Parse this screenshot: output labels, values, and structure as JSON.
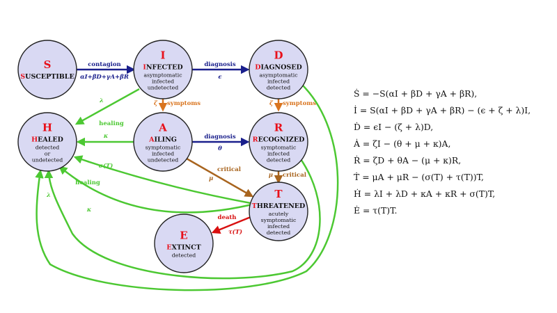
{
  "colors": {
    "node_fill": "#d9d9f3",
    "node_stroke": "#222222",
    "letter": "#e8101a",
    "blue": "#1a1f8c",
    "green": "#4cc832",
    "orange": "#d9741e",
    "brown": "#a8641e",
    "red": "#d81010"
  },
  "nodes": {
    "S": {
      "letter": "S",
      "title_first": "S",
      "title_rest": "USCEPTIBLE",
      "desc": []
    },
    "I": {
      "letter": "I",
      "title_first": "I",
      "title_rest": "NFECTED",
      "desc": [
        "asymptomatic",
        "infected",
        "undetected"
      ]
    },
    "D": {
      "letter": "D",
      "title_first": "D",
      "title_rest": "IAGNOSED",
      "desc": [
        "asymptomatic",
        "infected",
        "detected"
      ]
    },
    "H": {
      "letter": "H",
      "title_first": "H",
      "title_rest": "EALED",
      "desc": [
        "detected",
        "or",
        "undetected"
      ]
    },
    "A": {
      "letter": "A",
      "title_first": "A",
      "title_rest": "ILING",
      "desc": [
        "symptomatic",
        "infected",
        "undetected"
      ]
    },
    "R": {
      "letter": "R",
      "title_first": "R",
      "title_rest": "ECOGNIZED",
      "desc": [
        "symptomatic",
        "infected",
        "detected"
      ]
    },
    "T": {
      "letter": "T",
      "title_first": "T",
      "title_rest": "HREATENED",
      "desc": [
        "acutely",
        "symptomatic",
        "infected",
        "detected"
      ]
    },
    "E": {
      "letter": "E",
      "title_first": "E",
      "title_rest": "XTINCT",
      "desc": [
        "detected"
      ]
    }
  },
  "edges": {
    "contagion_label": "contagion",
    "contagion_rate": "αI+βD+γA+βR",
    "diagnosis_top_label": "diagnosis",
    "diagnosis_top_rate": "ϵ",
    "symptoms_i_rate": "ζ",
    "symptoms_i_label": "symptoms",
    "symptoms_d_rate": "ζ",
    "symptoms_d_label": "symptoms",
    "diagnosis_mid_label": "diagnosis",
    "diagnosis_mid_rate": "θ",
    "lambda_i_rate": "λ",
    "healing_a_label": "healing",
    "healing_a_rate": "κ",
    "sigma_rate": "σ(T)",
    "healing_r_label": "healing",
    "critical_a_label": "critical",
    "critical_a_rate": "μ",
    "critical_r_rate": "μ",
    "critical_r_label": "critical",
    "death_label": "death",
    "death_rate": "τ(T)",
    "lambda_d_rate": "λ",
    "kappa_r_rate": "κ"
  },
  "equations": [
    "Ṡ = −S(αI + βD + γA + βR),",
    "İ = S(αI + βD + γA + βR) − (ϵ + ζ + λ)I,",
    "Ḋ = ϵI − (ζ + λ)D,",
    "Ȧ = ζI − (θ + μ + κ)A,",
    "Ṙ = ζD + θA − (μ + κ)R,",
    "Ṫ = μA + μR − (σ(T) + τ(T))T,",
    "Ḣ = λI + λD + κA + κR + σ(T)T,",
    "Ė = τ(T)T."
  ]
}
